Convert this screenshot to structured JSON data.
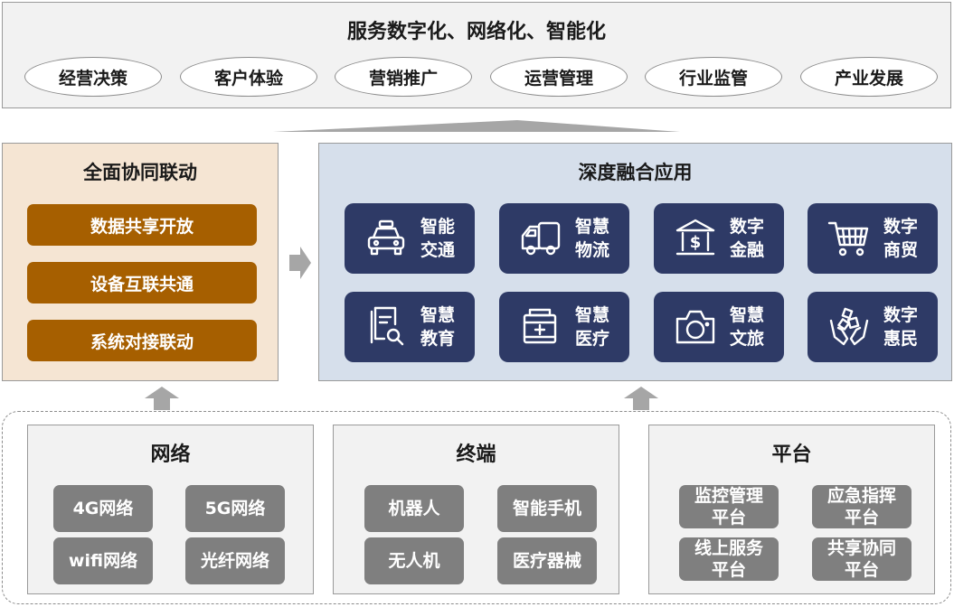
{
  "top": {
    "title": "服务数字化、网络化、智能化",
    "items": [
      "经营决策",
      "客户体验",
      "营销推广",
      "运营管理",
      "行业监管",
      "产业发展"
    ]
  },
  "left": {
    "title": "全面协同联动",
    "items": [
      "数据共享开放",
      "设备互联共通",
      "系统对接联动"
    ]
  },
  "right": {
    "title": "深度融合应用",
    "apps": [
      {
        "l1": "智能",
        "l2": "交通",
        "icon": "taxi-icon"
      },
      {
        "l1": "智慧",
        "l2": "物流",
        "icon": "truck-icon"
      },
      {
        "l1": "数字",
        "l2": "金融",
        "icon": "bank-icon"
      },
      {
        "l1": "数字",
        "l2": "商贸",
        "icon": "shopping-cart-icon"
      },
      {
        "l1": "智慧",
        "l2": "教育",
        "icon": "education-icon"
      },
      {
        "l1": "智慧",
        "l2": "医疗",
        "icon": "medicine-icon"
      },
      {
        "l1": "智慧",
        "l2": "文旅",
        "icon": "camera-icon"
      },
      {
        "l1": "数字",
        "l2": "惠民",
        "icon": "caring-hands-icon"
      }
    ]
  },
  "bottom": {
    "network": {
      "title": "网络",
      "items": [
        "4G网络",
        "5G网络",
        "wifi网络",
        "光纤网络"
      ]
    },
    "terminal": {
      "title": "终端",
      "items": [
        "机器人",
        "智能手机",
        "无人机",
        "医疗器械"
      ]
    },
    "platform": {
      "title": "平台",
      "items": [
        "监控管理\n平台",
        "应急指挥\n平台",
        "线上服务\n平台",
        "共享协同\n平台"
      ]
    }
  },
  "colors": {
    "brown": "#a65f00",
    "navy": "#2e3a66",
    "gray_button": "#7f7f7f",
    "left_bg": "#f5e5d3",
    "right_bg": "#d6dfeb"
  }
}
